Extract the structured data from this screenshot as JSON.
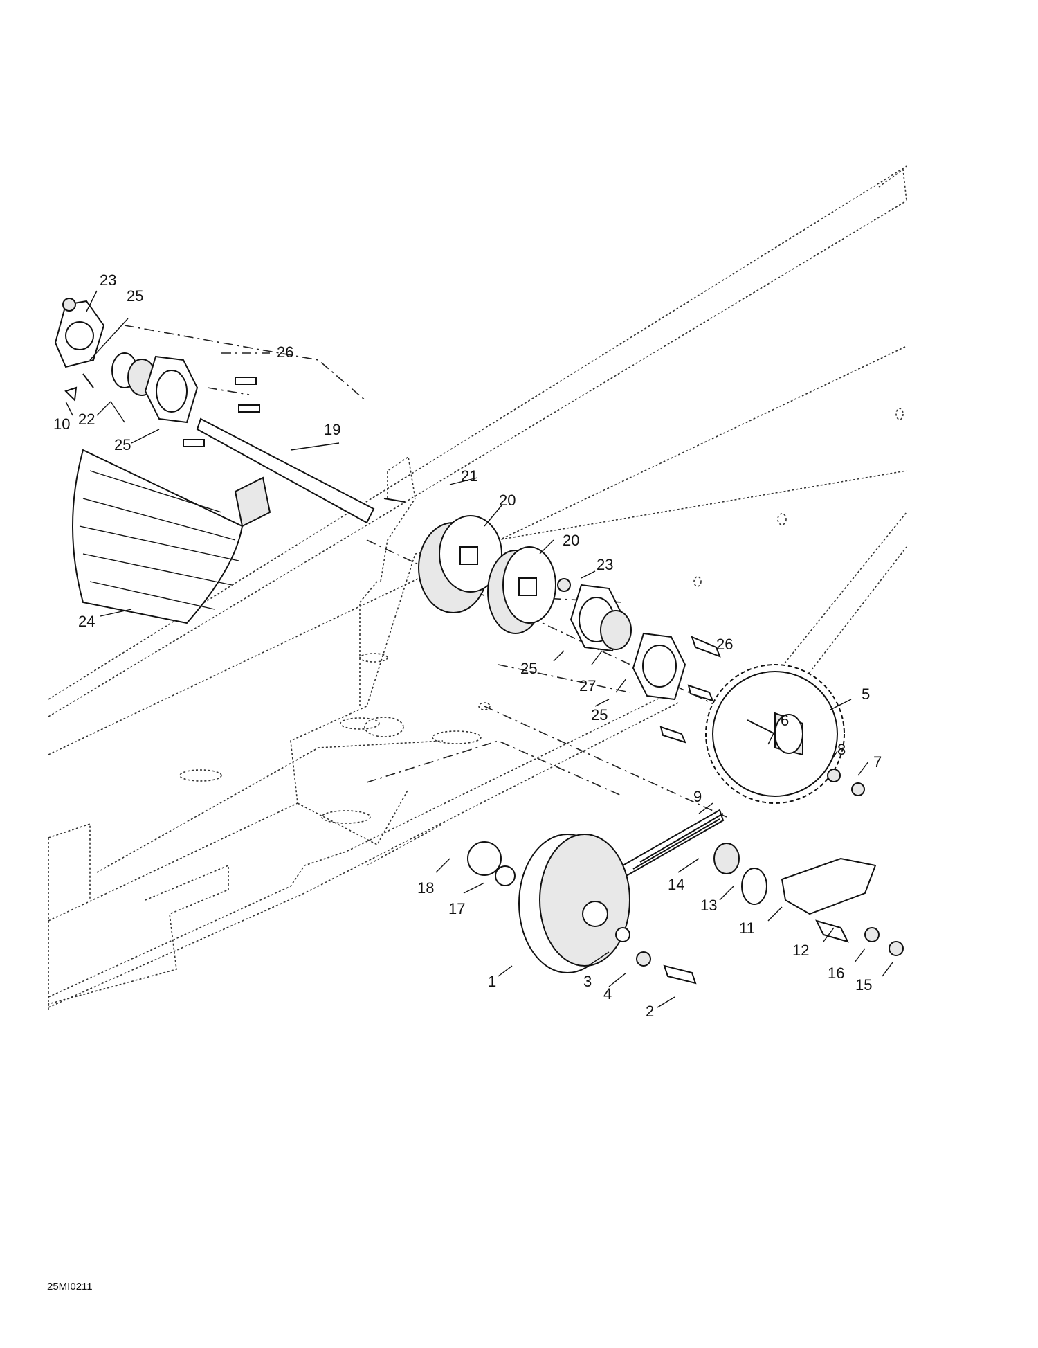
{
  "diagram_code": "25MI0211",
  "callouts": [
    {
      "id": "c23a",
      "label": "23"
    },
    {
      "id": "c25a",
      "label": "25"
    },
    {
      "id": "c26a",
      "label": "26"
    },
    {
      "id": "c10",
      "label": "10"
    },
    {
      "id": "c22",
      "label": "22"
    },
    {
      "id": "c25b",
      "label": "25"
    },
    {
      "id": "c19",
      "label": "19"
    },
    {
      "id": "c21",
      "label": "21"
    },
    {
      "id": "c20a",
      "label": "20"
    },
    {
      "id": "c20b",
      "label": "20"
    },
    {
      "id": "c23b",
      "label": "23"
    },
    {
      "id": "c24",
      "label": "24"
    },
    {
      "id": "c26b",
      "label": "26"
    },
    {
      "id": "c25c",
      "label": "25"
    },
    {
      "id": "c27",
      "label": "27"
    },
    {
      "id": "c25d",
      "label": "25"
    },
    {
      "id": "c5",
      "label": "5"
    },
    {
      "id": "c6",
      "label": "6"
    },
    {
      "id": "c8",
      "label": "8"
    },
    {
      "id": "c7",
      "label": "7"
    },
    {
      "id": "c9",
      "label": "9"
    },
    {
      "id": "c18",
      "label": "18"
    },
    {
      "id": "c17",
      "label": "17"
    },
    {
      "id": "c14",
      "label": "14"
    },
    {
      "id": "c13",
      "label": "13"
    },
    {
      "id": "c11",
      "label": "11"
    },
    {
      "id": "c12",
      "label": "12"
    },
    {
      "id": "c16",
      "label": "16"
    },
    {
      "id": "c15",
      "label": "15"
    },
    {
      "id": "c1",
      "label": "1"
    },
    {
      "id": "c3",
      "label": "3"
    },
    {
      "id": "c4",
      "label": "4"
    },
    {
      "id": "c2",
      "label": "2"
    }
  ]
}
